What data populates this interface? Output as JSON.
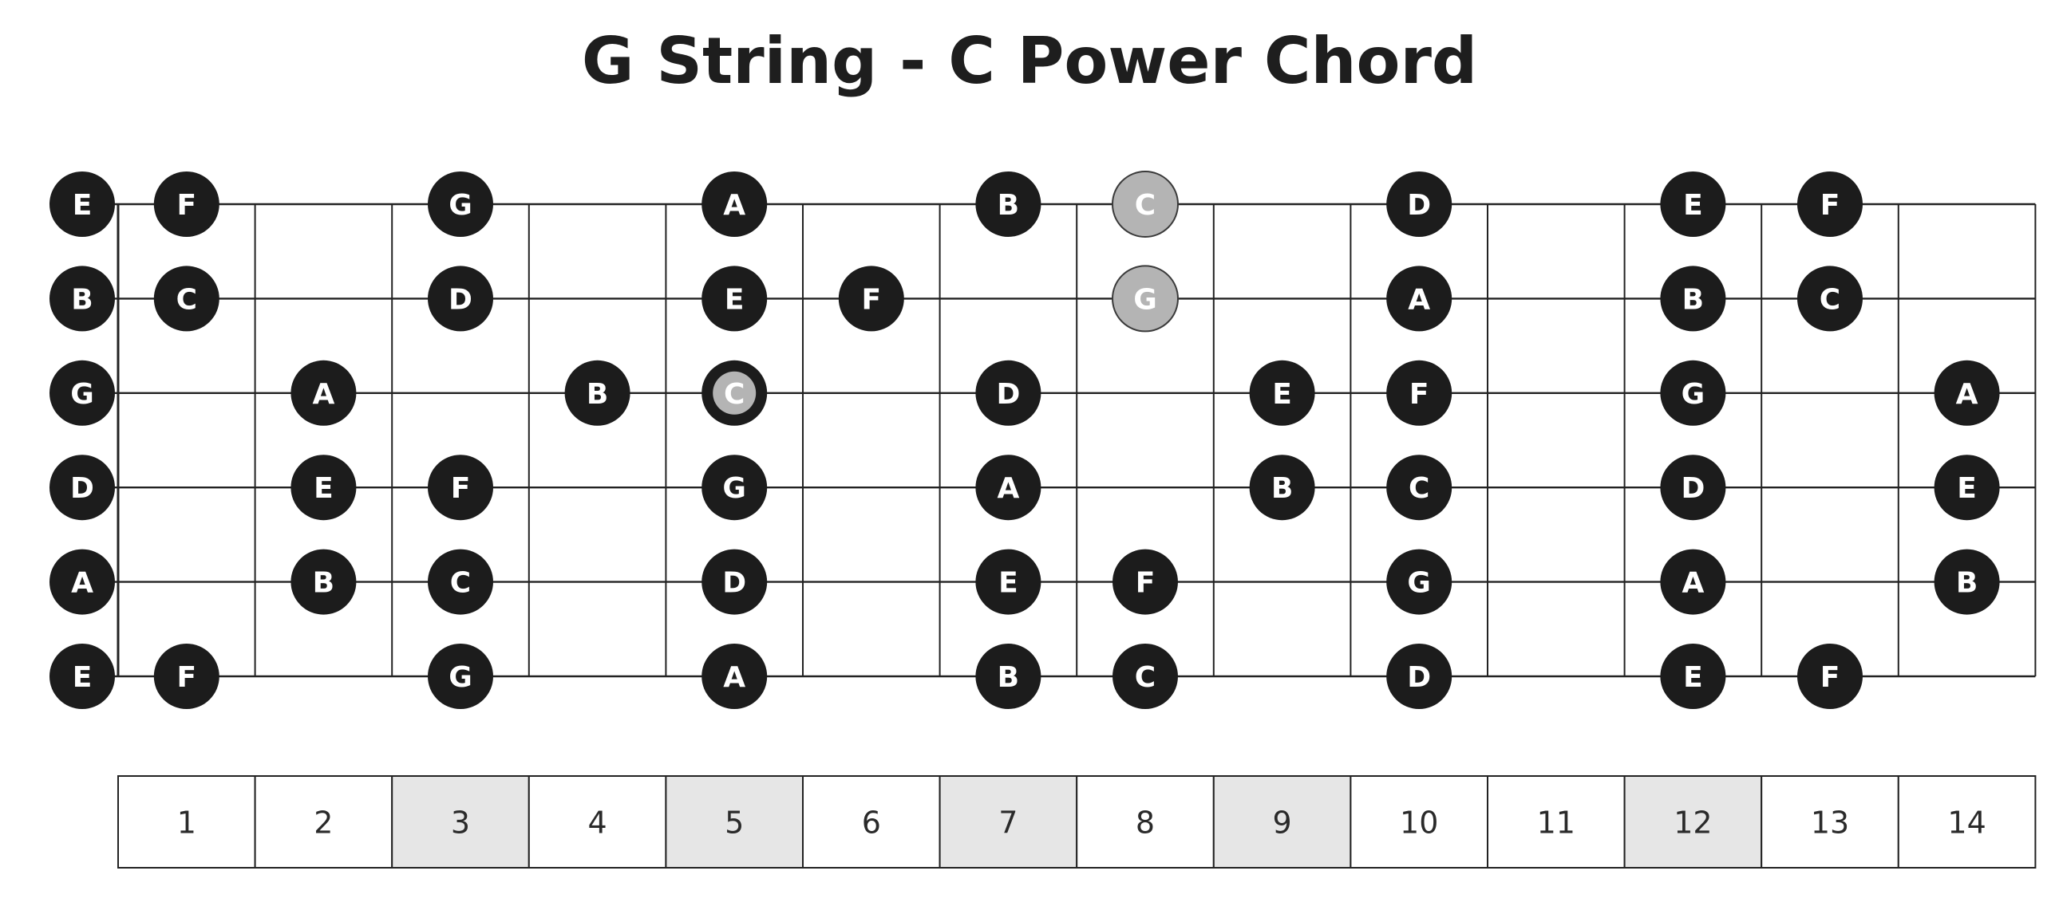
{
  "title": "G String - C Power Chord",
  "strings": [
    {
      "open": "E",
      "frets": [
        "F",
        "",
        "G",
        "",
        "A",
        "",
        "B",
        "C",
        "",
        "D",
        "",
        "E",
        "F",
        ""
      ]
    },
    {
      "open": "B",
      "frets": [
        "C",
        "",
        "D",
        "",
        "E",
        "F",
        "",
        "G",
        "",
        "A",
        "",
        "B",
        "C",
        ""
      ]
    },
    {
      "open": "G",
      "frets": [
        "",
        "A",
        "",
        "B",
        "C",
        "",
        "D",
        "",
        "E",
        "F",
        "",
        "G",
        "",
        "A"
      ]
    },
    {
      "open": "D",
      "frets": [
        "",
        "E",
        "F",
        "",
        "G",
        "",
        "A",
        "",
        "B",
        "C",
        "",
        "D",
        "",
        "E"
      ]
    },
    {
      "open": "A",
      "frets": [
        "",
        "B",
        "C",
        "",
        "D",
        "",
        "E",
        "F",
        "",
        "G",
        "",
        "A",
        "",
        "B"
      ]
    },
    {
      "open": "E",
      "frets": [
        "F",
        "",
        "G",
        "",
        "A",
        "",
        "B",
        "C",
        "",
        "D",
        "",
        "E",
        "F",
        ""
      ]
    }
  ],
  "chord_notes": [
    {
      "string": 1,
      "fret": 8,
      "note": "C",
      "style": "highlight"
    },
    {
      "string": 2,
      "fret": 8,
      "note": "G",
      "style": "highlight"
    },
    {
      "string": 3,
      "fret": 5,
      "note": "C",
      "style": "root"
    }
  ],
  "fret_numbers": [
    "1",
    "2",
    "3",
    "4",
    "5",
    "6",
    "7",
    "8",
    "9",
    "10",
    "11",
    "12",
    "13",
    "14"
  ],
  "marker_frets": [
    3,
    5,
    7,
    9,
    12
  ],
  "colors": {
    "note_fill": "#1c1c1c",
    "note_text": "#ffffff",
    "highlight_fill": "#b4b4b4",
    "line": "#222222",
    "marker_fill": "#e6e6e6"
  }
}
